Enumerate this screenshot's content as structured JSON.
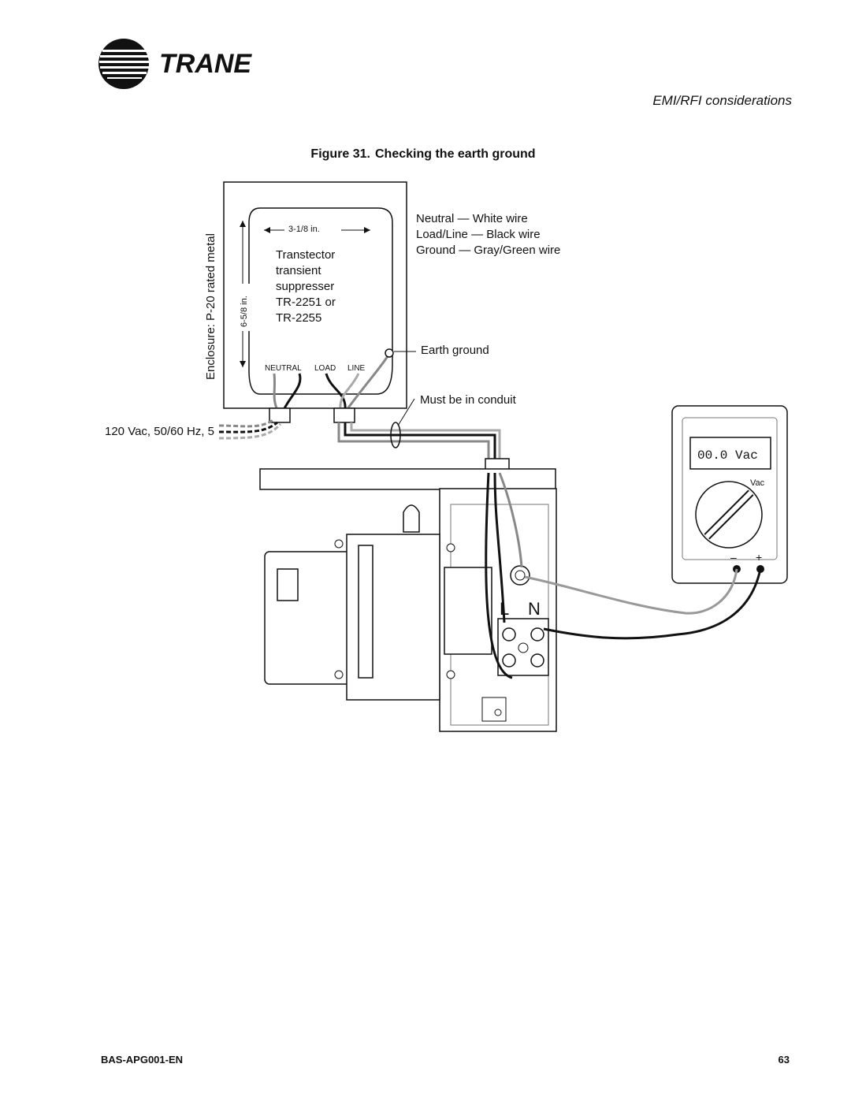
{
  "brand": {
    "name": "TRANE"
  },
  "header": {
    "section_title": "EMI/RFI considerations"
  },
  "figure": {
    "number": "Figure 31.",
    "title": "Checking the earth ground",
    "labels": {
      "width_dim": "3-1/8 in.",
      "height_dim": "6-5/8 in.",
      "enclosure": "Enclosure: P-20 rated metal",
      "device_line1": "Transtector",
      "device_line2": "transient",
      "device_line3": "suppresser",
      "device_line4": "TR-2251 or",
      "device_line5": "TR-2255",
      "term_neutral": "NEUTRAL",
      "term_load": "LOAD",
      "term_line": "LINE",
      "legend_neutral": "Neutral — White wire",
      "legend_load": "Load/Line — Black wire",
      "legend_ground": "Ground — Gray/Green wire",
      "earth_ground": "Earth ground",
      "conduit": "Must be in conduit",
      "supply": "120 Vac, 50/60 Hz, 5",
      "meter_display": "00.0 Vac",
      "meter_range": "Vac",
      "meter_minus": "–",
      "meter_plus": "+",
      "terminal_L": "L",
      "terminal_N": "N"
    }
  },
  "footer": {
    "doc_id": "BAS-APG001-EN",
    "page": "63"
  }
}
